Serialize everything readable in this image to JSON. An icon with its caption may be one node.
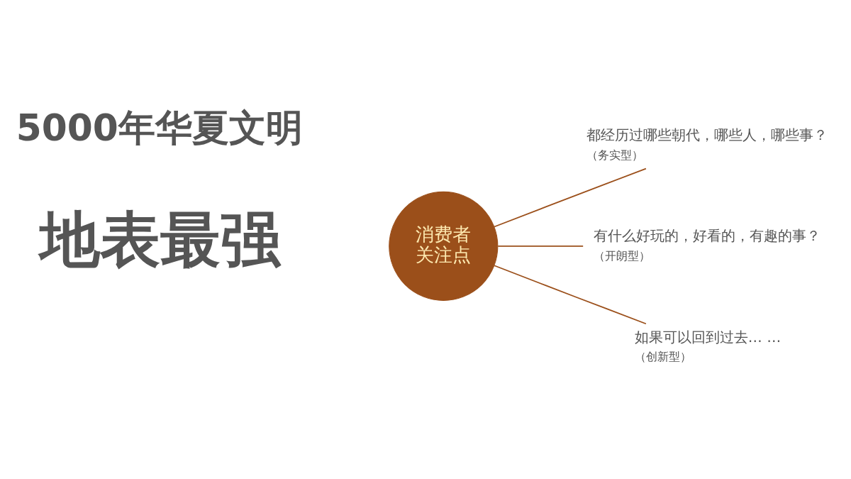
{
  "diagram": {
    "nodes": [
      {
        "text": [
          "消费者关注点"
        ]
      },
      {
        "text": [
          "都经历过哪些朝代，哪些人，哪些事？",
          "（务实型）"
        ]
      },
      {
        "text": [
          "有什么好玩的，好看的，有趣的事？",
          "（开朗型）"
        ]
      },
      {
        "text": [
          "如果可以回到过去… …",
          "（创新型）"
        ]
      }
    ],
    "edges": [
      {
        "from": 0,
        "to": 1,
        "arrow": "none"
      },
      {
        "from": 0,
        "to": 2,
        "arrow": "none"
      },
      {
        "from": 0,
        "to": 3,
        "arrow": "none"
      }
    ],
    "labels": [
      "5000年华夏文明",
      "地表最强"
    ]
  }
}
